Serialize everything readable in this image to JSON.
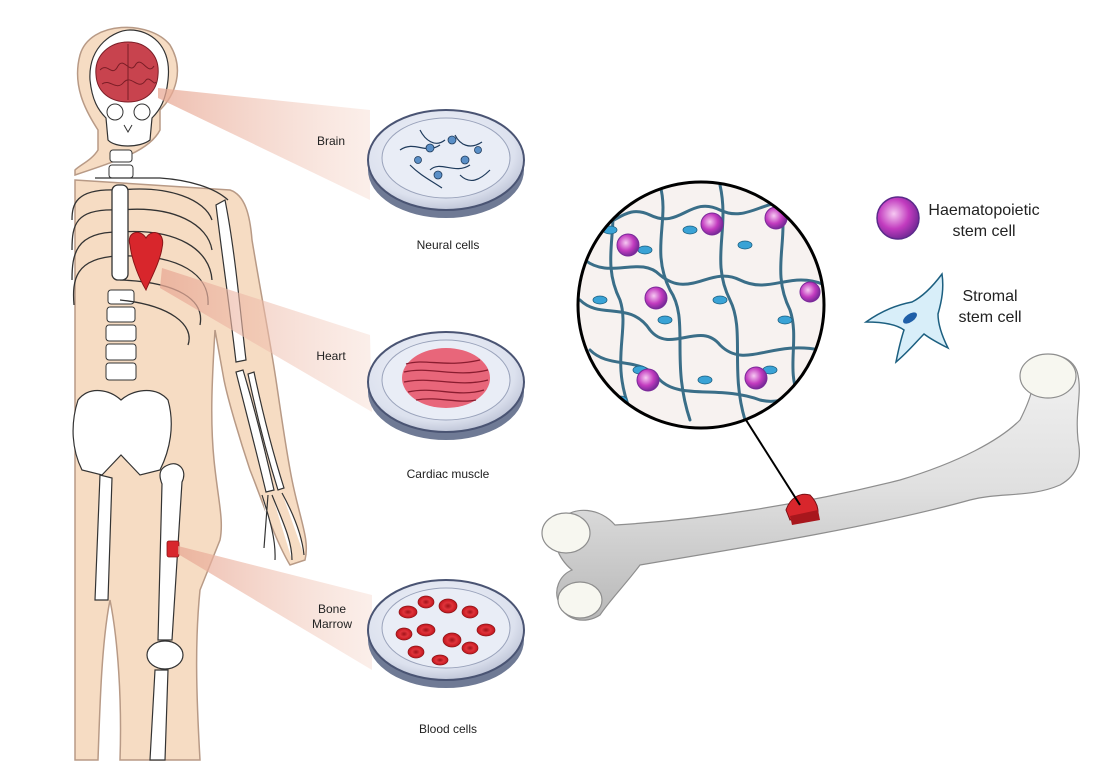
{
  "organs": [
    {
      "organ": "Brain",
      "culture": "Neural cells"
    },
    {
      "organ": "Heart",
      "culture": "Cardiac muscle"
    },
    {
      "organ": "Bone\nMarrow",
      "culture": "Blood cells"
    }
  ],
  "legend": {
    "haematopoietic": "Haematopoietic\nstem cell",
    "stromal": "Stromal\nstem cell"
  },
  "colors": {
    "body_skin": "#f6dcc3",
    "bone": "#e2e2e2",
    "brain": "#c8434e",
    "blood": "#d8262c",
    "stromal": "#3aa3d6",
    "haematopoietic": "#c23bbf",
    "beam": "#f0c4b2"
  }
}
